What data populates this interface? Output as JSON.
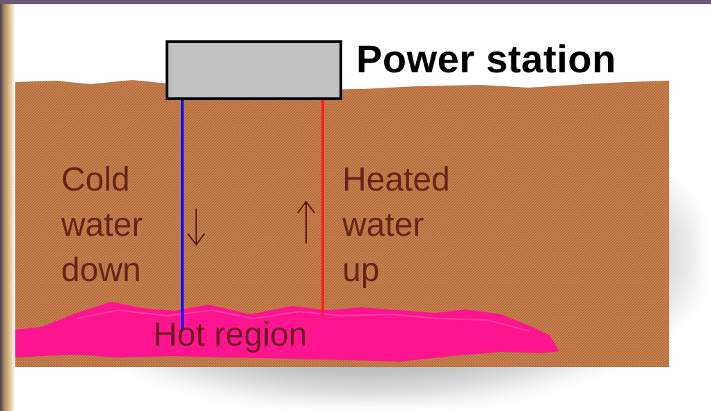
{
  "diagram": {
    "power_station_label": "Power station",
    "cold_label": [
      "Cold",
      "water",
      "down"
    ],
    "heated_label": [
      "Heated",
      "water",
      "up"
    ],
    "hot_region_label": "Hot region",
    "colors": {
      "ground": "#c8804a",
      "ground_stripe": "#a66034",
      "building_fill": "#c0c0c0",
      "building_border": "#000000",
      "cold_pipe": "#0010ff",
      "hot_pipe": "#ff1a1a",
      "hot_region": "#ff1493",
      "text_dark": "#5a1a10"
    },
    "arrows": {
      "down_arrow": "↓",
      "up_arrow": "↑"
    }
  }
}
